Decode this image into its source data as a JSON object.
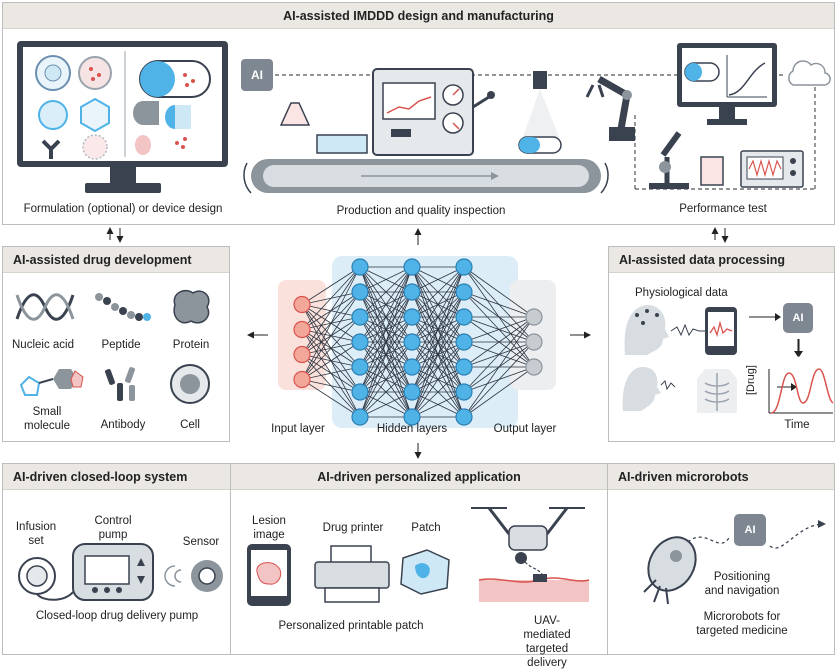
{
  "top_panel": {
    "title": "AI-assisted IMDDD design and manufacturing",
    "formulation_label": "Formulation (optional) or device design",
    "production_label": "Production and quality inspection",
    "performance_label": "Performance test",
    "ai_badge": "AI"
  },
  "drug_dev": {
    "title": "AI-assisted drug development",
    "items": [
      "Nucleic acid",
      "Peptide",
      "Protein",
      "Small\nmolecule",
      "Antibody",
      "Cell"
    ]
  },
  "network": {
    "input_label": "Input layer",
    "hidden_label": "Hidden layers",
    "output_label": "Output layer"
  },
  "data_processing": {
    "title": "AI-assisted data processing",
    "physio_label": "Physiological data",
    "ai_badge": "AI",
    "y_axis": "[Drug]",
    "x_axis": "Time"
  },
  "closed_loop": {
    "title": "AI-driven closed-loop system",
    "infusion_label": "Infusion\nset",
    "pump_label": "Control\npump",
    "sensor_label": "Sensor",
    "caption": "Closed-loop drug delivery pump"
  },
  "personalized": {
    "title": "AI-driven personalized application",
    "lesion_label": "Lesion\nimage",
    "printer_label": "Drug printer",
    "patch_label": "Patch",
    "caption": "Personalized printable patch",
    "uav_caption": "UAV-mediated\ntargeted delivery"
  },
  "microrobots": {
    "title": "AI-driven microrobots",
    "ai_badge": "AI",
    "nav_label": "Positioning\nand navigation",
    "caption": "Microrobots for\ntargeted medicine"
  },
  "colors": {
    "blue": "#4fb3e8",
    "red": "#d9534f",
    "panel_head": "#ebe8e4",
    "dark": "#3a4250"
  }
}
